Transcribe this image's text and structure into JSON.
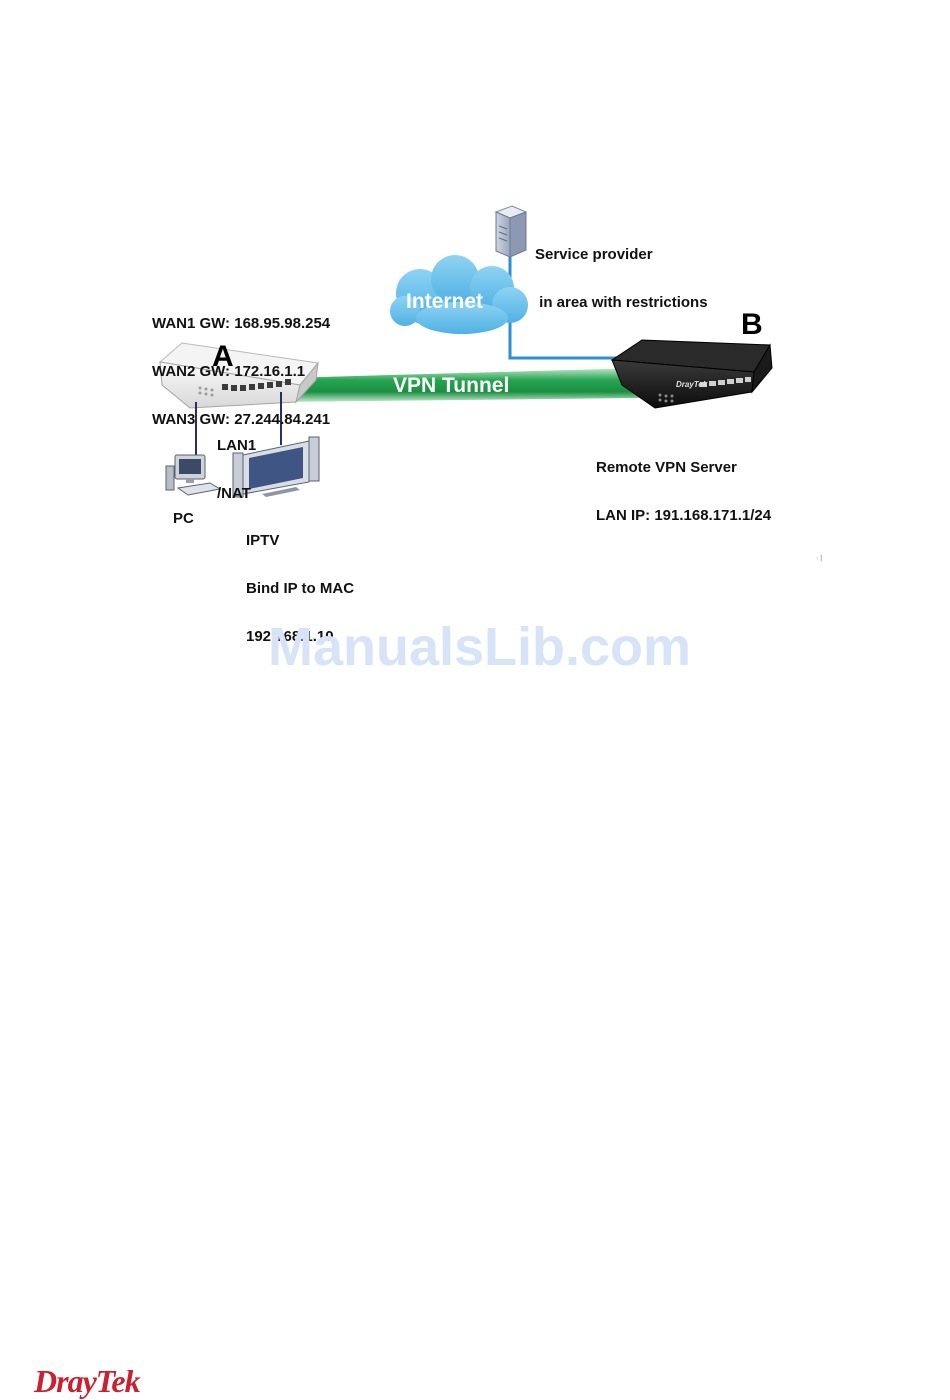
{
  "diagram": {
    "wan_gateways": [
      "WAN1 GW: 168.95.98.254",
      "WAN2 GW: 172.16.1.1",
      "WAN3 GW: 27.244.84.241"
    ],
    "router_a_label": "A",
    "router_b_label": "B",
    "lan_label_line1": "LAN1",
    "lan_label_line2": "/NAT",
    "pc_label": "PC",
    "iptv_lines": [
      "IPTV",
      "Bind IP to MAC",
      "192.168.1.10"
    ],
    "internet_label": "Internet",
    "service_provider_lines": [
      "Service provider",
      " in area with restrictions"
    ],
    "vpn_tunnel_label": "VPN Tunnel",
    "remote_server_lines": [
      "Remote VPN Server",
      "LAN IP: 191.168.171.1/24"
    ],
    "router_b_brand": "DrayTek",
    "colors": {
      "tunnel_green": "#1f9a48",
      "tunnel_light": "#c8ecd2",
      "cloud_blue": "#6fc2ec",
      "link_blue": "#2e8fd0",
      "cable_navy": "#2a2f63"
    }
  },
  "watermark": "ManualsLib.com",
  "footer_logo": "DrayTek"
}
